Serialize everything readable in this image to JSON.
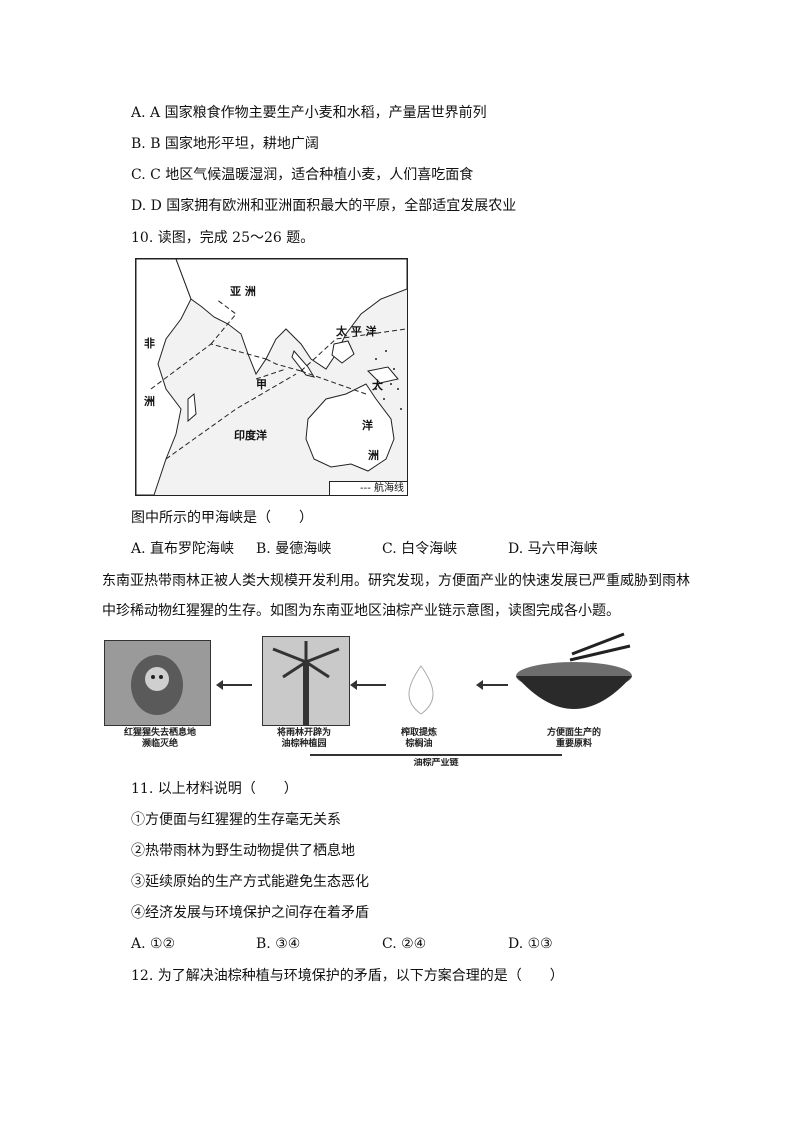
{
  "q9_options": {
    "a": "A. A 国家粮食作物主要生产小麦和水稻，产量居世界前列",
    "b": "B. B 国家地形平坦，耕地广阔",
    "c": "C. C 地区气候温暖湿润，适合种植小麦，人们喜吃面食",
    "d": "D. D 国家拥有欧洲和亚洲面积最大的平原，全部适宜发展农业"
  },
  "q10": {
    "stem": "10.   读图，完成 25～26 题。",
    "map": {
      "asia": "亚  洲",
      "africa_1": "非",
      "africa_2": "洲",
      "pacific": "太 平 洋",
      "indian_ocean": "印度洋",
      "jia": "甲",
      "da": "大",
      "yang": "洋",
      "zhou": "洲",
      "legend": "--- 航海线"
    },
    "question": "图中所示的甲海峡是（　　）",
    "options": {
      "a": "A.  直布罗陀海峡",
      "b": "B.  曼德海峡",
      "c": "C.  白令海峡",
      "d": "D.  马六甲海峡"
    }
  },
  "passage": {
    "line1": "东南亚热带雨林正被人类大规模开发利用。研究发现，方便面产业的快速发展已严重威胁到雨林",
    "line2": "中珍稀动物红猩猩的生存。如图为东南亚地区油棕产业链示意图，读图完成各小题。"
  },
  "chain": {
    "cap1": "红猩猩失去栖息地\n濒临灭绝",
    "cap2": "将雨林开辟为\n油棕种植园",
    "cap3": "榨取提炼\n棕榈油",
    "cap4": "方便面生产的\n重要原料",
    "bottom": "油棕产业链"
  },
  "q11": {
    "stem": "11.   以上材料说明（　　）",
    "s1": "①方便面与红猩猩的生存毫无关系",
    "s2": "②热带雨林为野生动物提供了栖息地",
    "s3": "③延续原始的生产方式能避免生态恶化",
    "s4": "④经济发展与环境保护之间存在着矛盾",
    "options": {
      "a": "A. ①②",
      "b": "B. ③④",
      "c": "C. ②④",
      "d": "D. ①③"
    }
  },
  "q12": {
    "stem": "12.   为了解决油棕种植与环境保护的矛盾，以下方案合理的是（　　）"
  }
}
